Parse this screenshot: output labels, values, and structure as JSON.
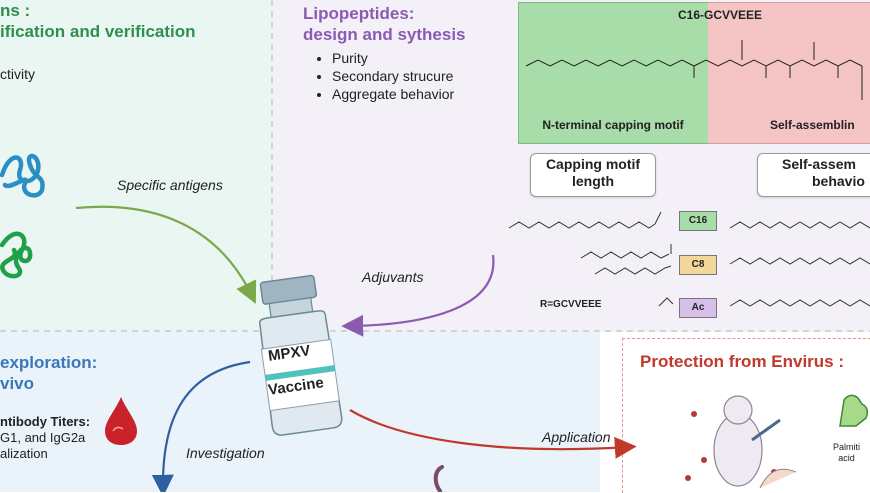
{
  "left_panel": {
    "title_line1": "ns :",
    "title_line2": "ification and verification",
    "item": "ctivity"
  },
  "lipo_panel": {
    "title_line1": "Lipopeptides:",
    "title_line2": "design and sythesis",
    "bullets": [
      "Purity",
      "Secondary strucure",
      "Aggregate behavior"
    ]
  },
  "structure": {
    "title": "C16-GCVVEEE",
    "left_label": "N-terminal capping motif",
    "right_label": "Self-assemblin"
  },
  "boxes": {
    "capping_line1": "Capping motif",
    "capping_line2": "length",
    "selfassem_line1": "Self-assem",
    "selfassem_line2": "behavio"
  },
  "tags": [
    "C16",
    "C8",
    "Ac"
  ],
  "r_label": "R=GCVVEEE",
  "arrows": {
    "specific_antigens": "Specific antigens",
    "adjuvants": "Adjuvants",
    "investigation": "Investigation",
    "application": "Application"
  },
  "vial": {
    "line1": "MPXV",
    "line2": "Vaccine"
  },
  "bottom_left": {
    "title_line1": "exploration:",
    "title_line2": " vivo",
    "text_line1": "ntibody Titers:",
    "text_line2": "G1, and IgG2a",
    "text_line3": "alization"
  },
  "protection": {
    "title": "Protection from Envirus :",
    "palm_line1": "Palmiti",
    "palm_line2": "acid"
  },
  "colors": {
    "green": "#2f8f4e",
    "purple": "#8a5bb3",
    "blue": "#3a78b8",
    "red": "#c0392b",
    "green_bg": "#eaf6f2",
    "purple_bg": "#f3eff7",
    "blue_bg": "#eaf2fa"
  }
}
